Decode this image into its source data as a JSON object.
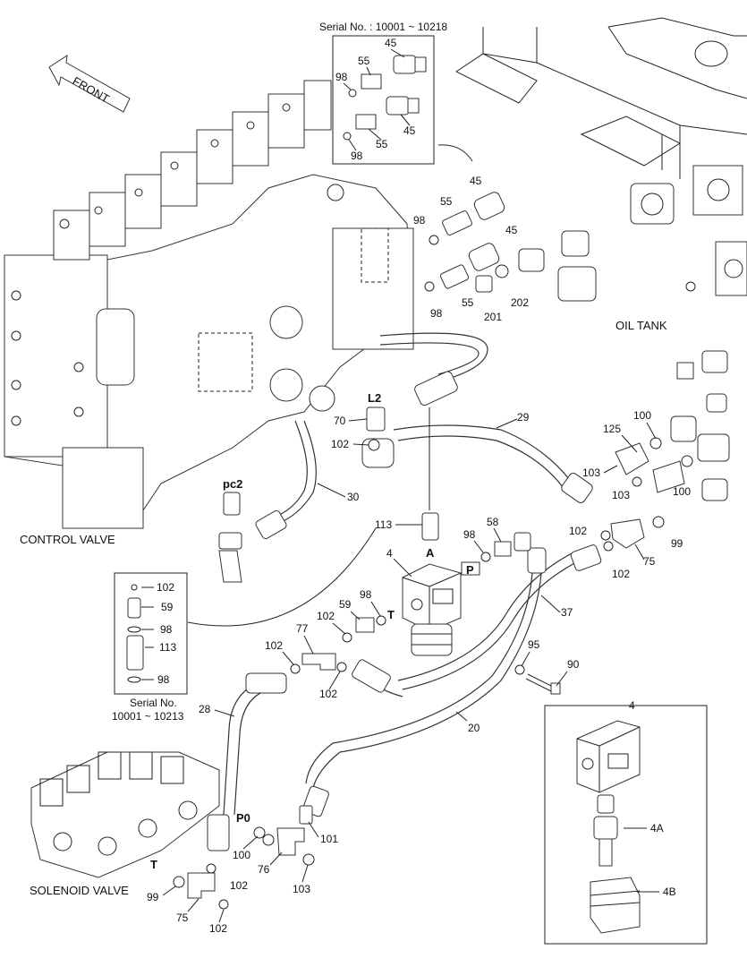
{
  "colors": {
    "line": "#222222",
    "background": "#ffffff"
  },
  "top_inset": {
    "serial": "Serial No. : 10001 ~ 10218"
  },
  "left_inset": {
    "serial_line1": "Serial No.",
    "serial_line2": "10001 ~ 10213"
  },
  "detail_inset": {
    "title": "4"
  },
  "titles": {
    "front": "FRONT",
    "oil_tank": "OIL TANK",
    "control_valve": "CONTROL VALVE",
    "solenoid_valve": "SOLENOID VALVE"
  },
  "ports": {
    "L2": "L2",
    "pc2": "pc2",
    "A": "A",
    "P": "P",
    "T": "T",
    "P0": "P0",
    "T_lower": "T"
  },
  "callouts": {
    "c45a": "45",
    "c55a": "55",
    "c98a": "98",
    "c45b": "45",
    "c98b": "98",
    "c55b": "55",
    "c45c": "45",
    "c55c": "55",
    "c98c": "98",
    "c45d": "45",
    "c55d": "55",
    "c98d": "98",
    "c201": "201",
    "c202": "202",
    "c70": "70",
    "c102a": "102",
    "c30": "30",
    "c29": "29",
    "c100a": "100",
    "c125": "125",
    "c103a": "103",
    "c103b": "103",
    "c100b": "100",
    "c113": "113",
    "c4": "4",
    "c58": "58",
    "c98e": "98",
    "c102b": "102",
    "c75a": "75",
    "c99a": "99",
    "c102c": "102",
    "c59": "59",
    "c98f": "98",
    "c102d": "102",
    "c77": "77",
    "c102e": "102",
    "c102f": "102",
    "c37": "37",
    "c95": "95",
    "c90": "90",
    "c20": "20",
    "c28": "28",
    "c100c": "100",
    "c101": "101",
    "c76": "76",
    "c103c": "103",
    "c99b": "99",
    "c75b": "75",
    "c102g": "102",
    "c102h": "102",
    "l102": "102",
    "l59": "59",
    "l98a": "98",
    "l113": "113",
    "l98b": "98",
    "d4A": "4A",
    "d4B": "4B"
  }
}
